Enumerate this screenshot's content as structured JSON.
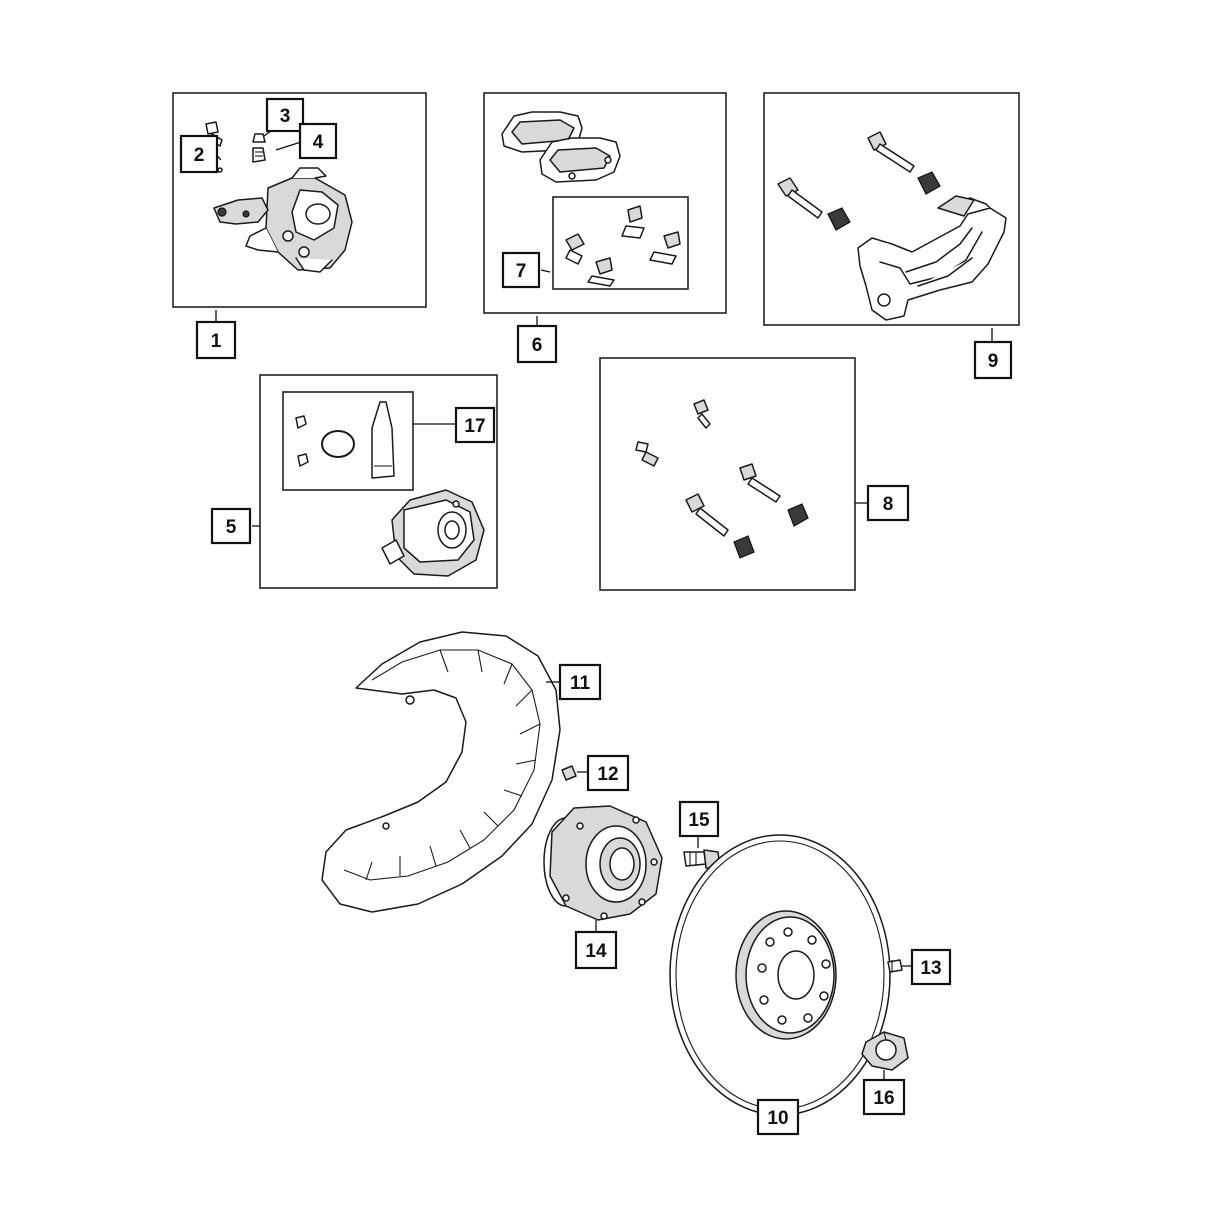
{
  "colors": {
    "line": "#111111",
    "background": "#ffffff",
    "fill_light": "#d9d9d9"
  },
  "callouts": [
    {
      "id": "c1",
      "label": "1"
    },
    {
      "id": "c2",
      "label": "2"
    },
    {
      "id": "c3",
      "label": "3"
    },
    {
      "id": "c4",
      "label": "4"
    },
    {
      "id": "c5",
      "label": "5"
    },
    {
      "id": "c6",
      "label": "6"
    },
    {
      "id": "c7",
      "label": "7"
    },
    {
      "id": "c8",
      "label": "8"
    },
    {
      "id": "c9",
      "label": "9"
    },
    {
      "id": "c10",
      "label": "10"
    },
    {
      "id": "c11",
      "label": "11"
    },
    {
      "id": "c12",
      "label": "12"
    },
    {
      "id": "c13",
      "label": "13"
    },
    {
      "id": "c14",
      "label": "14"
    },
    {
      "id": "c15",
      "label": "15"
    },
    {
      "id": "c16",
      "label": "16"
    },
    {
      "id": "c17",
      "label": "17"
    }
  ]
}
